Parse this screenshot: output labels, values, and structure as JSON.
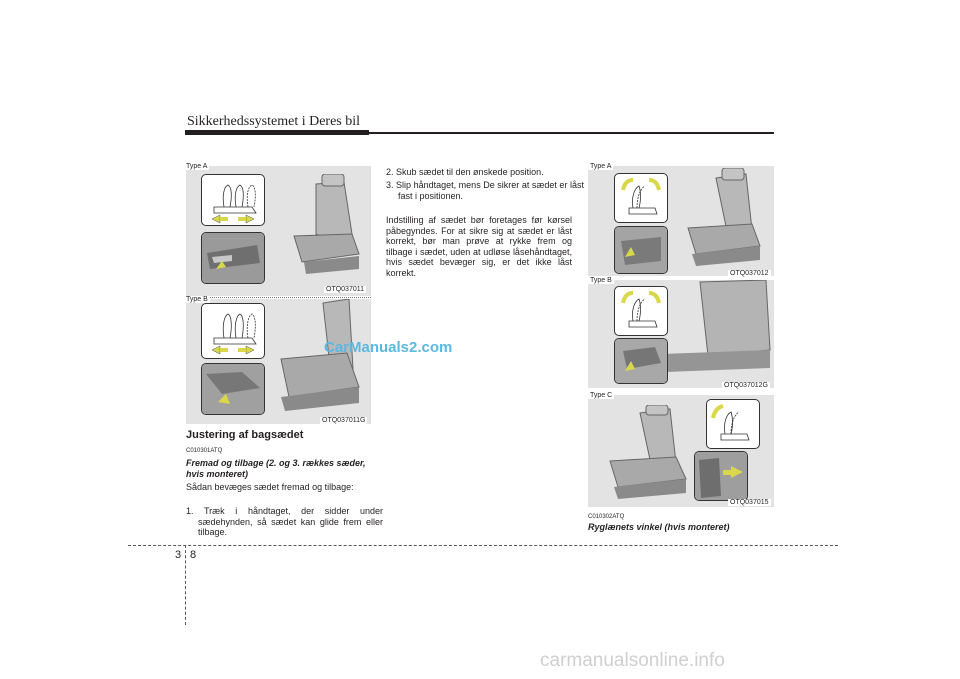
{
  "header": {
    "title": "Sikkerhedssystemet i Deres bil"
  },
  "page_number": {
    "chapter": "3",
    "page": "8"
  },
  "figures": {
    "left_top": {
      "type_label": "Type A",
      "code": "OTQ037011"
    },
    "left_bottom": {
      "type_label": "Type B",
      "code": "OTQ037011G"
    },
    "right_a": {
      "type_label": "Type A",
      "code": "OTQ037012"
    },
    "right_b": {
      "type_label": "Type B",
      "code": "OTQ037012G"
    },
    "right_c": {
      "type_label": "Type C",
      "code": "OTQ037015"
    }
  },
  "left_column": {
    "heading": "Justering af bagsædet",
    "code": "C010301ATQ",
    "subheading": "Fremad og tilbage (2. og 3. rækkes sæder, hvis monteret)",
    "intro": "Sådan bevæges sædet fremad og tilbage:",
    "steps": [
      "1. Træk i håndtaget, der sidder under sædehynden, så sædet kan glide frem eller tilbage."
    ]
  },
  "middle_column": {
    "steps": [
      "2. Skub sædet til den ønskede position.",
      "3. Slip håndtaget, mens De sikrer at sædet er låst fast i positionen."
    ],
    "note": "Indstilling af sædet bør foretages før kørsel påbegyndes. For at sikre sig at sædet er låst korrekt, bør man prøve at rykke frem og tilbage i sædet, uden at udløse låsehåndtaget, hvis sædet bevæger sig, er det ikke låst korrekt."
  },
  "right_column": {
    "code": "C010302ATQ",
    "subheading": "Ryglænets vinkel (hvis monteret)"
  },
  "watermark": "CarManuals2.com",
  "footer_watermark": "carmanualsonline.info",
  "colors": {
    "arrow": "#d8d84a",
    "figure_bg": "#e3e3e3",
    "watermark": "#5bb8e0"
  }
}
